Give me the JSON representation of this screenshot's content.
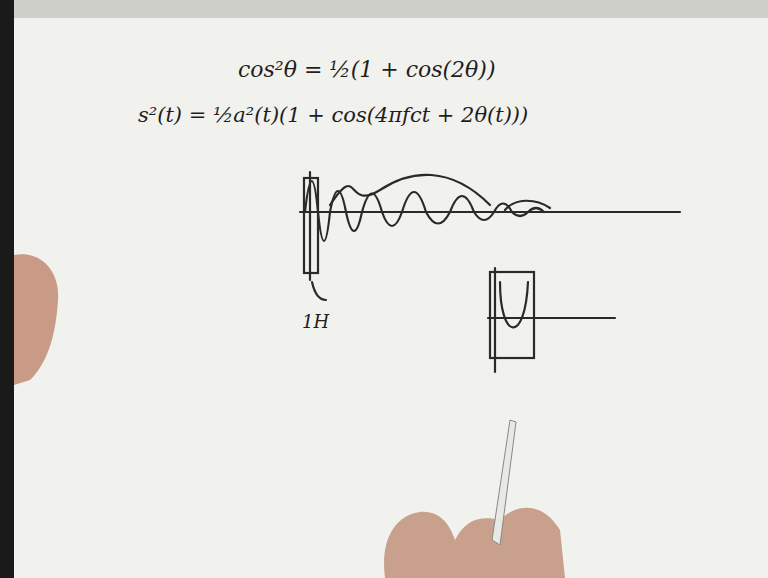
{
  "diagram": {
    "labels": [
      "cos²θ = ½(1 + cos(2θ))",
      "s²(t) = ½a²(t)(1 + cos(4πfct + 2θ(t)))",
      "1H"
    ]
  }
}
